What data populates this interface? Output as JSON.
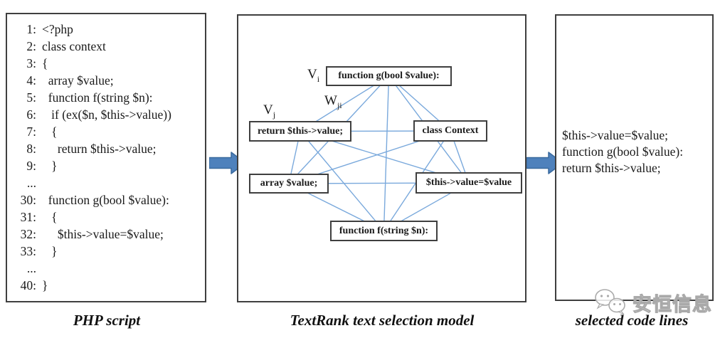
{
  "figure": {
    "captions": {
      "left": "PHP script",
      "middle": "TextRank text selection model",
      "right": "selected code lines"
    }
  },
  "php_panel": {
    "lines": [
      {
        "num": "1:",
        "code": "<?php"
      },
      {
        "num": "2:",
        "code": "class context"
      },
      {
        "num": "3:",
        "code": "{"
      },
      {
        "num": "4:",
        "code": "  array $value;"
      },
      {
        "num": "5:",
        "code": "  function f(string $n):"
      },
      {
        "num": "6:",
        "code": "   if (ex($n, $this->value))"
      },
      {
        "num": "7:",
        "code": "   {"
      },
      {
        "num": "8:",
        "code": "     return $this->value;"
      },
      {
        "num": "9:",
        "code": "   }"
      },
      {
        "num": "...",
        "code": ""
      },
      {
        "num": "30:",
        "code": "  function g(bool $value):"
      },
      {
        "num": "31:",
        "code": "   {"
      },
      {
        "num": "32:",
        "code": "     $this->value=$value;"
      },
      {
        "num": "33:",
        "code": "   }"
      },
      {
        "num": "...",
        "code": ""
      },
      {
        "num": "40:",
        "code": "}"
      }
    ]
  },
  "graph": {
    "labels": {
      "vi": {
        "base": "V",
        "sub": "i"
      },
      "vj": {
        "base": "V",
        "sub": "j"
      },
      "wji": {
        "base": "W",
        "sub": "ji"
      }
    },
    "nodes": [
      {
        "id": "function-g",
        "label": "function g(bool $value):"
      },
      {
        "id": "return-value",
        "label": "return $this->value;"
      },
      {
        "id": "class-context",
        "label": "class Context"
      },
      {
        "id": "array-value",
        "label": "array $value;"
      },
      {
        "id": "assign-value",
        "label": "$this->value=$value"
      },
      {
        "id": "function-f",
        "label": "function f(string $n):"
      }
    ],
    "edge_style": "complete-graph"
  },
  "selected_panel": {
    "lines": [
      "$this->value=$value;",
      "function g(bool $value):",
      "return $this->value;"
    ]
  },
  "watermark": {
    "text": "安恒信息",
    "icon": "wechat-chat-bubbles-icon"
  },
  "colors": {
    "edge": "#7aa9dc",
    "arrow_fill": "#4e81bc",
    "arrow_stroke": "#3a6a9e",
    "box_border": "#3f3f3f"
  }
}
